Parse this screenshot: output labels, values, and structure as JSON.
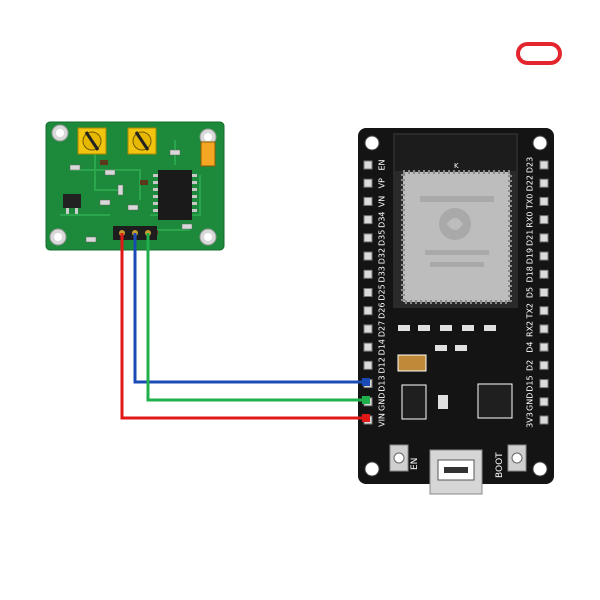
{
  "colors": {
    "background": "#ffffff",
    "wire_vcc": "#e01818",
    "wire_gnd": "#1a4bb5",
    "wire_signal": "#1fb04c",
    "pcb_green": "#1c8a3a",
    "board_black": "#141414",
    "logo_red": "#e3262e"
  },
  "esp32_board": {
    "module_mark": "K",
    "left_pins": [
      "VIN",
      "GND",
      "D13",
      "D12",
      "D14",
      "D27",
      "D26",
      "D25",
      "D33",
      "D32",
      "D35",
      "D34",
      "VN",
      "VP",
      "EN"
    ],
    "right_pins": [
      "3V3",
      "GND",
      "D15",
      "D2",
      "D4",
      "RX2",
      "TX2",
      "D5",
      "D18",
      "D19",
      "D21",
      "RX0",
      "TX0",
      "D22",
      "D23"
    ],
    "button_en": "EN",
    "button_boot": "BOOT"
  },
  "wires": [
    {
      "name": "VIN",
      "color": "wire_vcc"
    },
    {
      "name": "D13",
      "color": "wire_gnd"
    },
    {
      "name": "GND",
      "color": "wire_signal"
    }
  ]
}
